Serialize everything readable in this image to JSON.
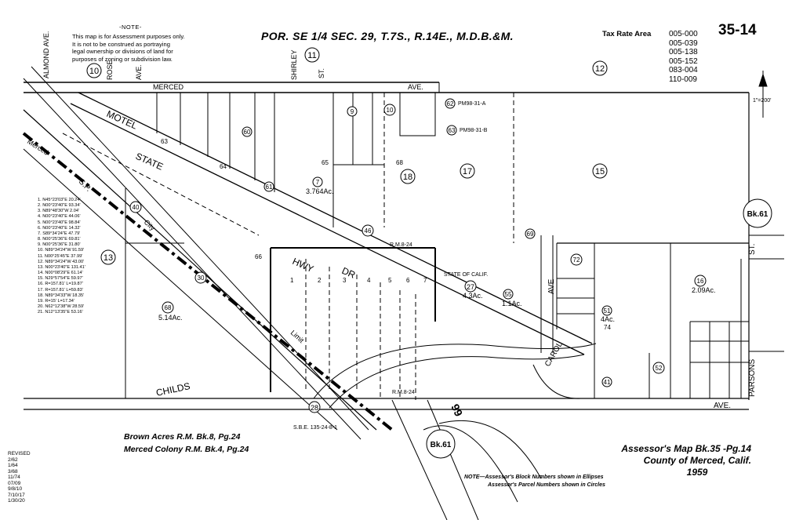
{
  "note": {
    "title": "-NOTE-",
    "lines": [
      "This map is for Assessment purposes only.",
      "It is not to be construed as portraying",
      "legal ownership or divisions of land for",
      "purposes of zoning or subdivision law."
    ]
  },
  "title": "POR. SE 1/4 SEC. 29, T.7S., R.14E., M.D.B.&M.",
  "map_number": "35-14",
  "tax_rate_area": {
    "label": "Tax Rate Area",
    "codes": [
      "005-000",
      "005-039",
      "005-138",
      "005-152",
      "083-004",
      "110-009"
    ]
  },
  "scale": "1\"=200'",
  "streets": {
    "almond": "ALMOND AVE.",
    "rose": "ROSE",
    "rose_ave": "AVE.",
    "merced": "MERCED",
    "merced_ave": "AVE.",
    "shirley": "SHIRLEY",
    "shirley_st": "ST.",
    "motel": "MOTEL",
    "state": "STATE",
    "hwy": "HWY",
    "dr": "DR",
    "childs": "CHILDS",
    "ave_bottom": "AVE.",
    "carol": "CAROL",
    "carol_ave": "AVE",
    "parsons": "PARSONS",
    "parsons_st": "ST.",
    "rr": "S.P.",
    "merced_rr": "Merced",
    "city": "City",
    "limit": "Limit",
    "hwy99": "99"
  },
  "block_numbers": {
    "b10": "10",
    "b11": "11",
    "b12": "12",
    "b13": "13",
    "b15": "15",
    "b17": "17",
    "b18": "18",
    "b27": "27",
    "b28": "28",
    "bk61_top": "Bk.61",
    "bk61_bottom": "Bk.61"
  },
  "parcels": {
    "p62": "62",
    "p63": "63",
    "p65": "65",
    "p64": "64",
    "p66": "66",
    "p68": "68",
    "p74": "74",
    "p60": "60",
    "p61": "61",
    "p7": "7",
    "p9": "9",
    "p10": "10",
    "p46": "46",
    "p69": "69",
    "p72": "72",
    "p51": "51",
    "p52": "52",
    "p41": "41",
    "p16": "16",
    "p55": "55",
    "p30": "30",
    "p40": "40",
    "p27": "27",
    "p68b": "68"
  },
  "acreages": {
    "a7": "3.764Ac.",
    "a27": "4.3Ac.",
    "a68": "5.14Ac.",
    "a51": "4Ac.",
    "a16": "2.09Ac.",
    "a55": "1.1Ac."
  },
  "area_labels": {
    "state_of_calif": "STATE OF CALIF.",
    "rm_824": "R.M.8-24",
    "rm_824b": "R.M.8-24",
    "sbe": "S.B.E. 135-24-8-1",
    "pm_31a": "PM98-31-A",
    "pm_31b": "PM98-31-B"
  },
  "lots": [
    "1",
    "2",
    "3",
    "4",
    "5",
    "6",
    "7"
  ],
  "bearings": [
    "1. N45°23'03\"E 20.24'",
    "2. N00°23'40\"E 93.34'",
    "3. N89°48'30\"W 2.04'",
    "4. N00°23'40\"E 44.06'",
    "5. N00°23'40\"E 98.84'",
    "6. N00°23'40\"E 14.32'",
    "7. S89°34'24\"E 47.79'",
    "8. N00°25'36\"E 69.81'",
    "9. N00°25'36\"E 31.80'",
    "10. N89°34'24\"W 91.59'",
    "11. N00°25'45\"E 37.99'",
    "12. N89°34'24\"W 43.00'",
    "13. N00°23'40\"E 131.41'",
    "14. N00°08'29\"E 61.14'",
    "15. N29°57'54\"E 59.97'",
    "16. R=157.81' L=19.87'",
    "17. R=157.81' L=59.83'",
    "18. N89°34'33\"W 18.35'",
    "19. R=15' L=17.34'",
    "20. N62°12'38\"W 28.59'",
    "21. N12°13'35\"E 53.16'"
  ],
  "references": [
    "Brown Acres R.M. Bk.8, Pg.24",
    "Merced Colony R.M. Bk.4, Pg.24"
  ],
  "assessor": {
    "line1": "Assessor's Map Bk.35 -Pg.14",
    "line2": "County of Merced, Calif.",
    "year": "1959"
  },
  "bottom_note": {
    "line1": "NOTE—Assessor's Block Numbers shown in Ellipses",
    "line2": "Assessor's Parcel Numbers shown in Circles"
  },
  "revised": {
    "label": "REVISED",
    "dates": [
      "2/62",
      "1/64",
      "3/68",
      "11/74",
      "07/09",
      "9/8/10",
      "7/10/17",
      "1/30/20"
    ]
  }
}
